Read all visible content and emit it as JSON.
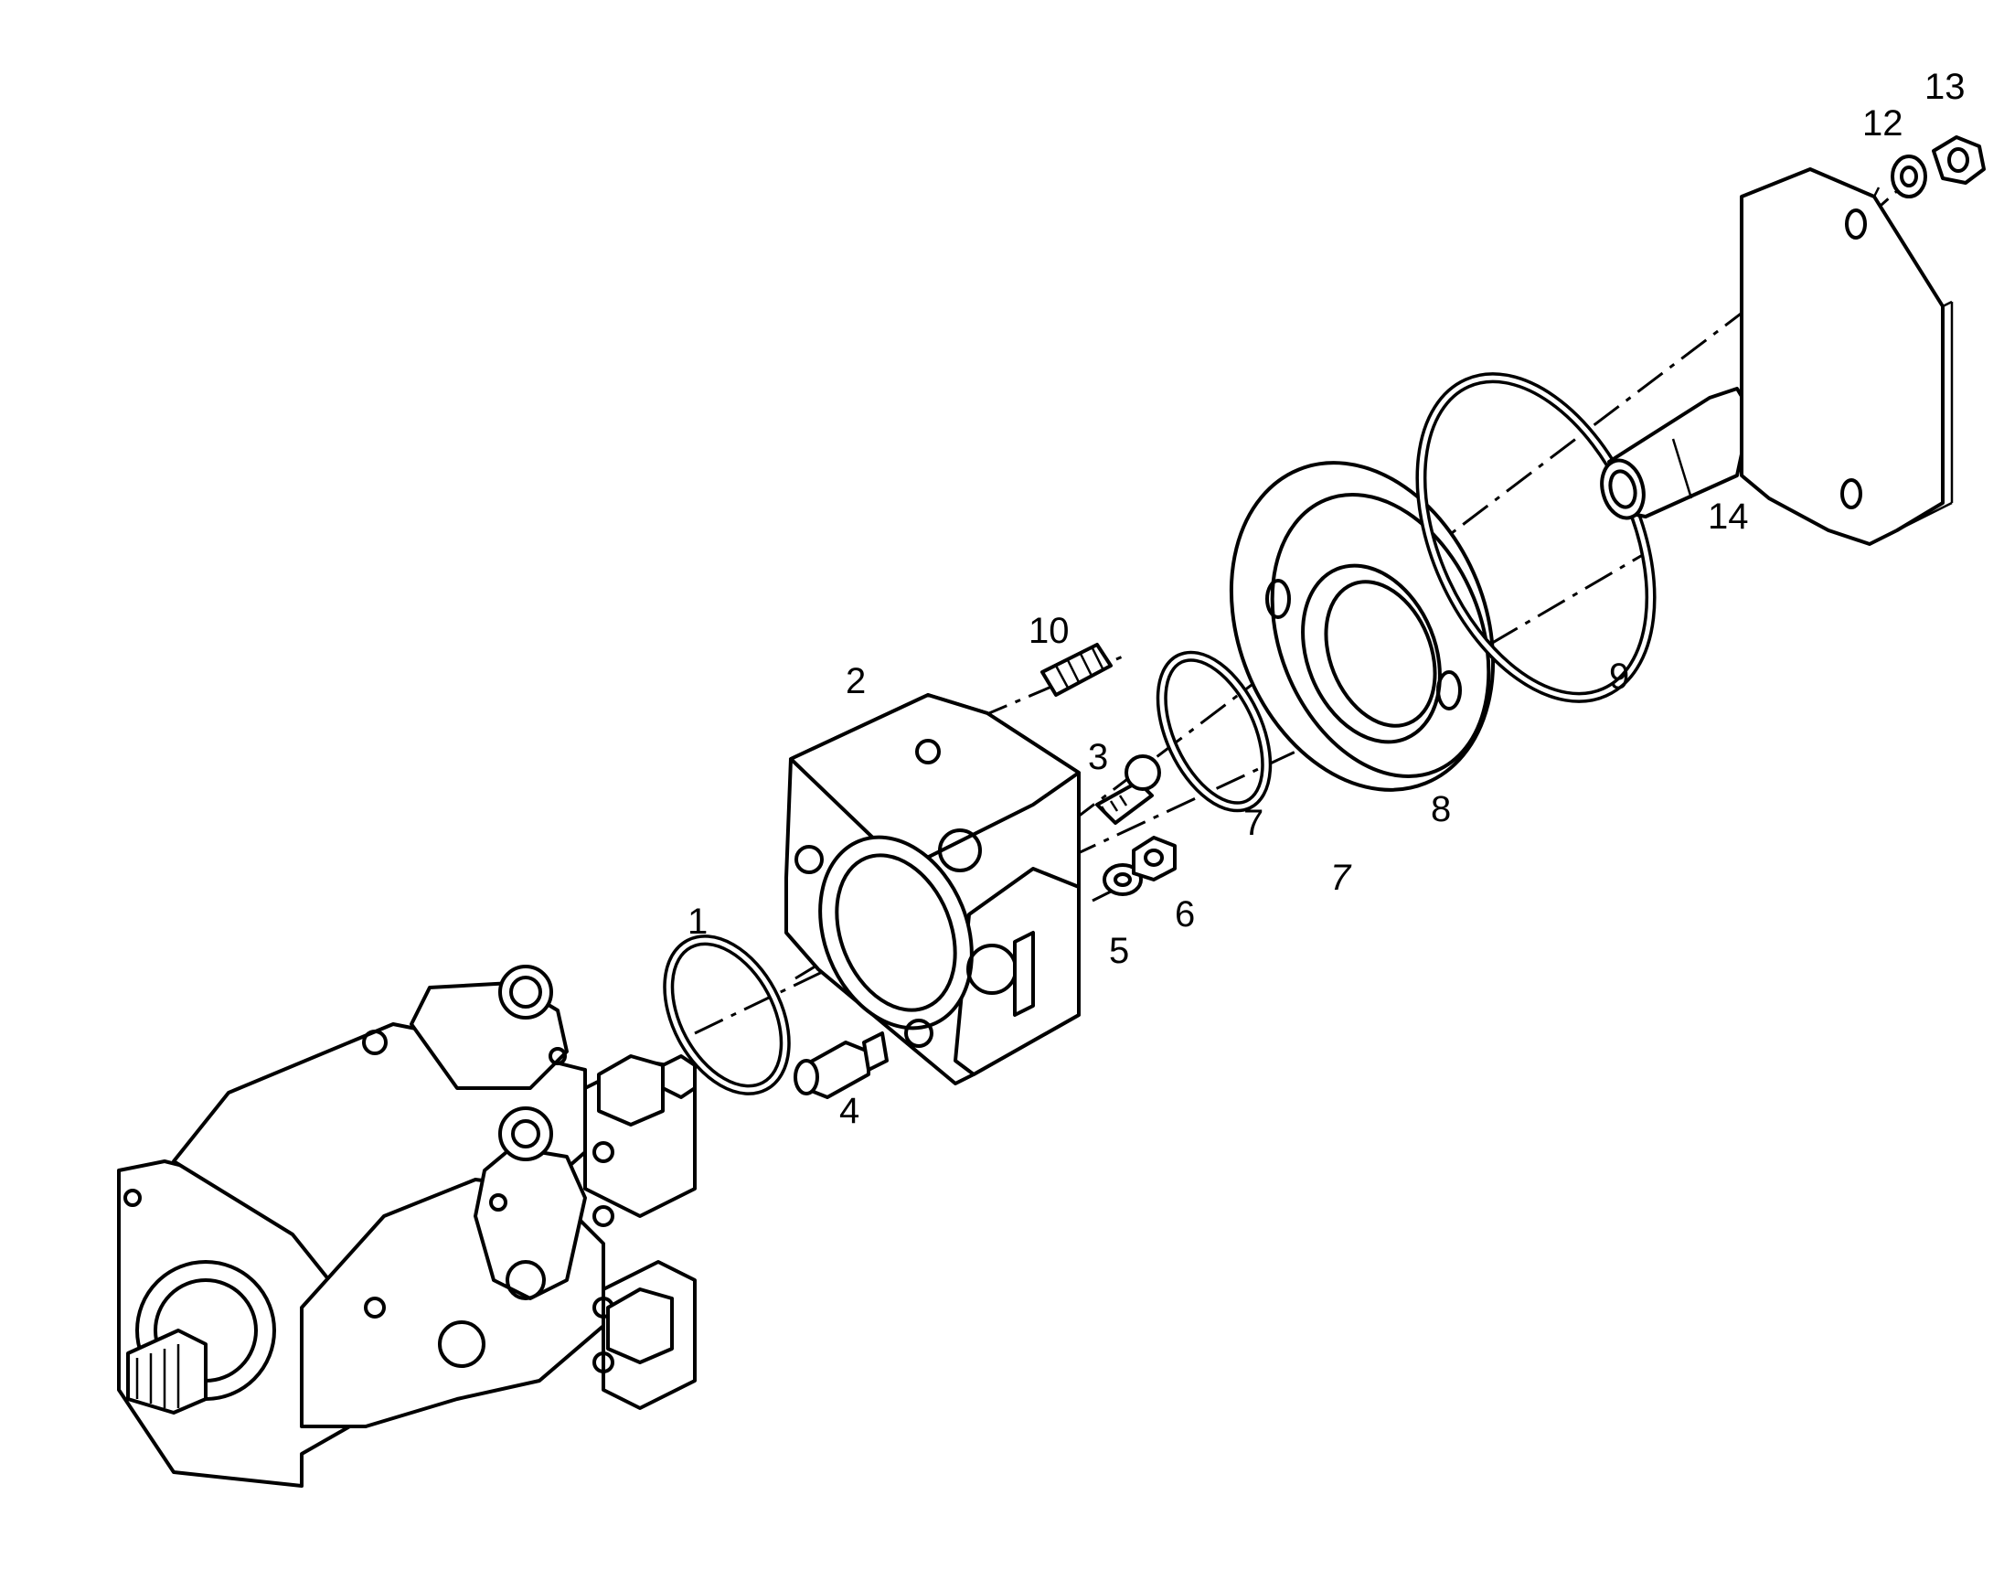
{
  "diagram": {
    "type": "exploded-parts-drawing",
    "callouts": [
      {
        "id": "c1",
        "text": "1"
      },
      {
        "id": "c2",
        "text": "2"
      },
      {
        "id": "c3",
        "text": "3"
      },
      {
        "id": "c4",
        "text": "4"
      },
      {
        "id": "c5",
        "text": "5"
      },
      {
        "id": "c6",
        "text": "6"
      },
      {
        "id": "c7a",
        "text": "7"
      },
      {
        "id": "c7b",
        "text": "7"
      },
      {
        "id": "c8",
        "text": "8"
      },
      {
        "id": "c9",
        "text": "9"
      },
      {
        "id": "c10",
        "text": "10"
      },
      {
        "id": "c12",
        "text": "12"
      },
      {
        "id": "c13",
        "text": "13"
      },
      {
        "id": "c14",
        "text": "14"
      }
    ]
  }
}
